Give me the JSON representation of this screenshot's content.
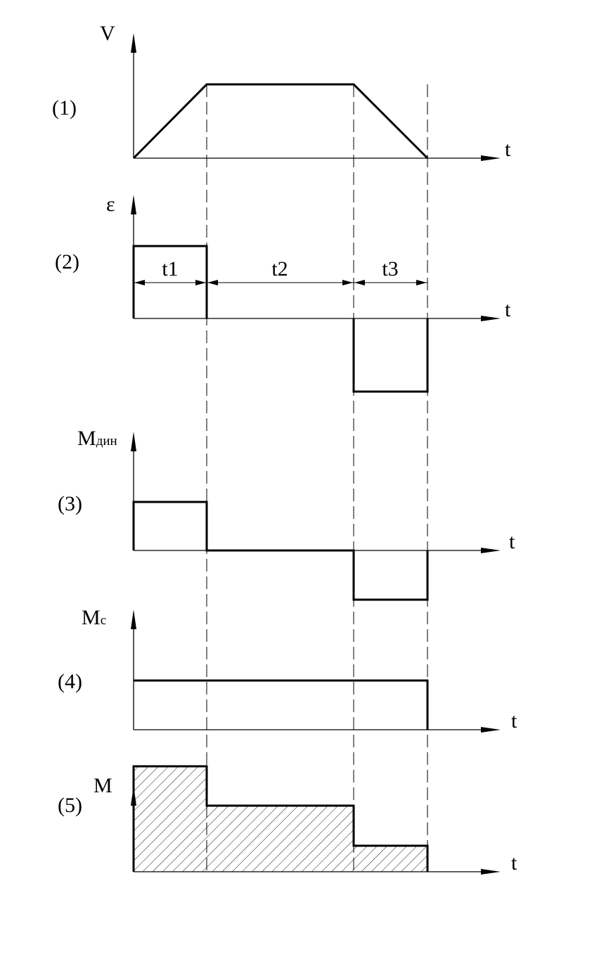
{
  "panels": [
    {
      "number": "(1)",
      "y_label": "V",
      "y_label_sub": "",
      "x_label": "t"
    },
    {
      "number": "(2)",
      "y_label": "ε",
      "y_label_sub": "",
      "x_label": "t"
    },
    {
      "number": "(3)",
      "y_label": "M",
      "y_label_sub": "дин",
      "x_label": "t"
    },
    {
      "number": "(4)",
      "y_label": "M",
      "y_label_sub": "c",
      "x_label": "t"
    },
    {
      "number": "(5)",
      "y_label": "M",
      "y_label_sub": "",
      "x_label": "t"
    }
  ],
  "intervals": [
    "t1",
    "t2",
    "t3"
  ],
  "profiles": {
    "velocity": {
      "kind": "trapezoid",
      "levels": [
        "0→max",
        "max",
        "max→0"
      ]
    },
    "acceleration": {
      "kind": "steps",
      "levels": [
        1,
        0,
        -1
      ]
    },
    "dynamic_torque": {
      "kind": "steps",
      "levels": [
        1,
        0,
        -1
      ]
    },
    "static_torque": {
      "kind": "steps",
      "levels": [
        1,
        1,
        1
      ]
    },
    "total_torque": {
      "kind": "steps",
      "levels": [
        3,
        2,
        1
      ],
      "hatched": true
    }
  },
  "colors": {
    "ink": "#000000",
    "background": "#ffffff"
  }
}
